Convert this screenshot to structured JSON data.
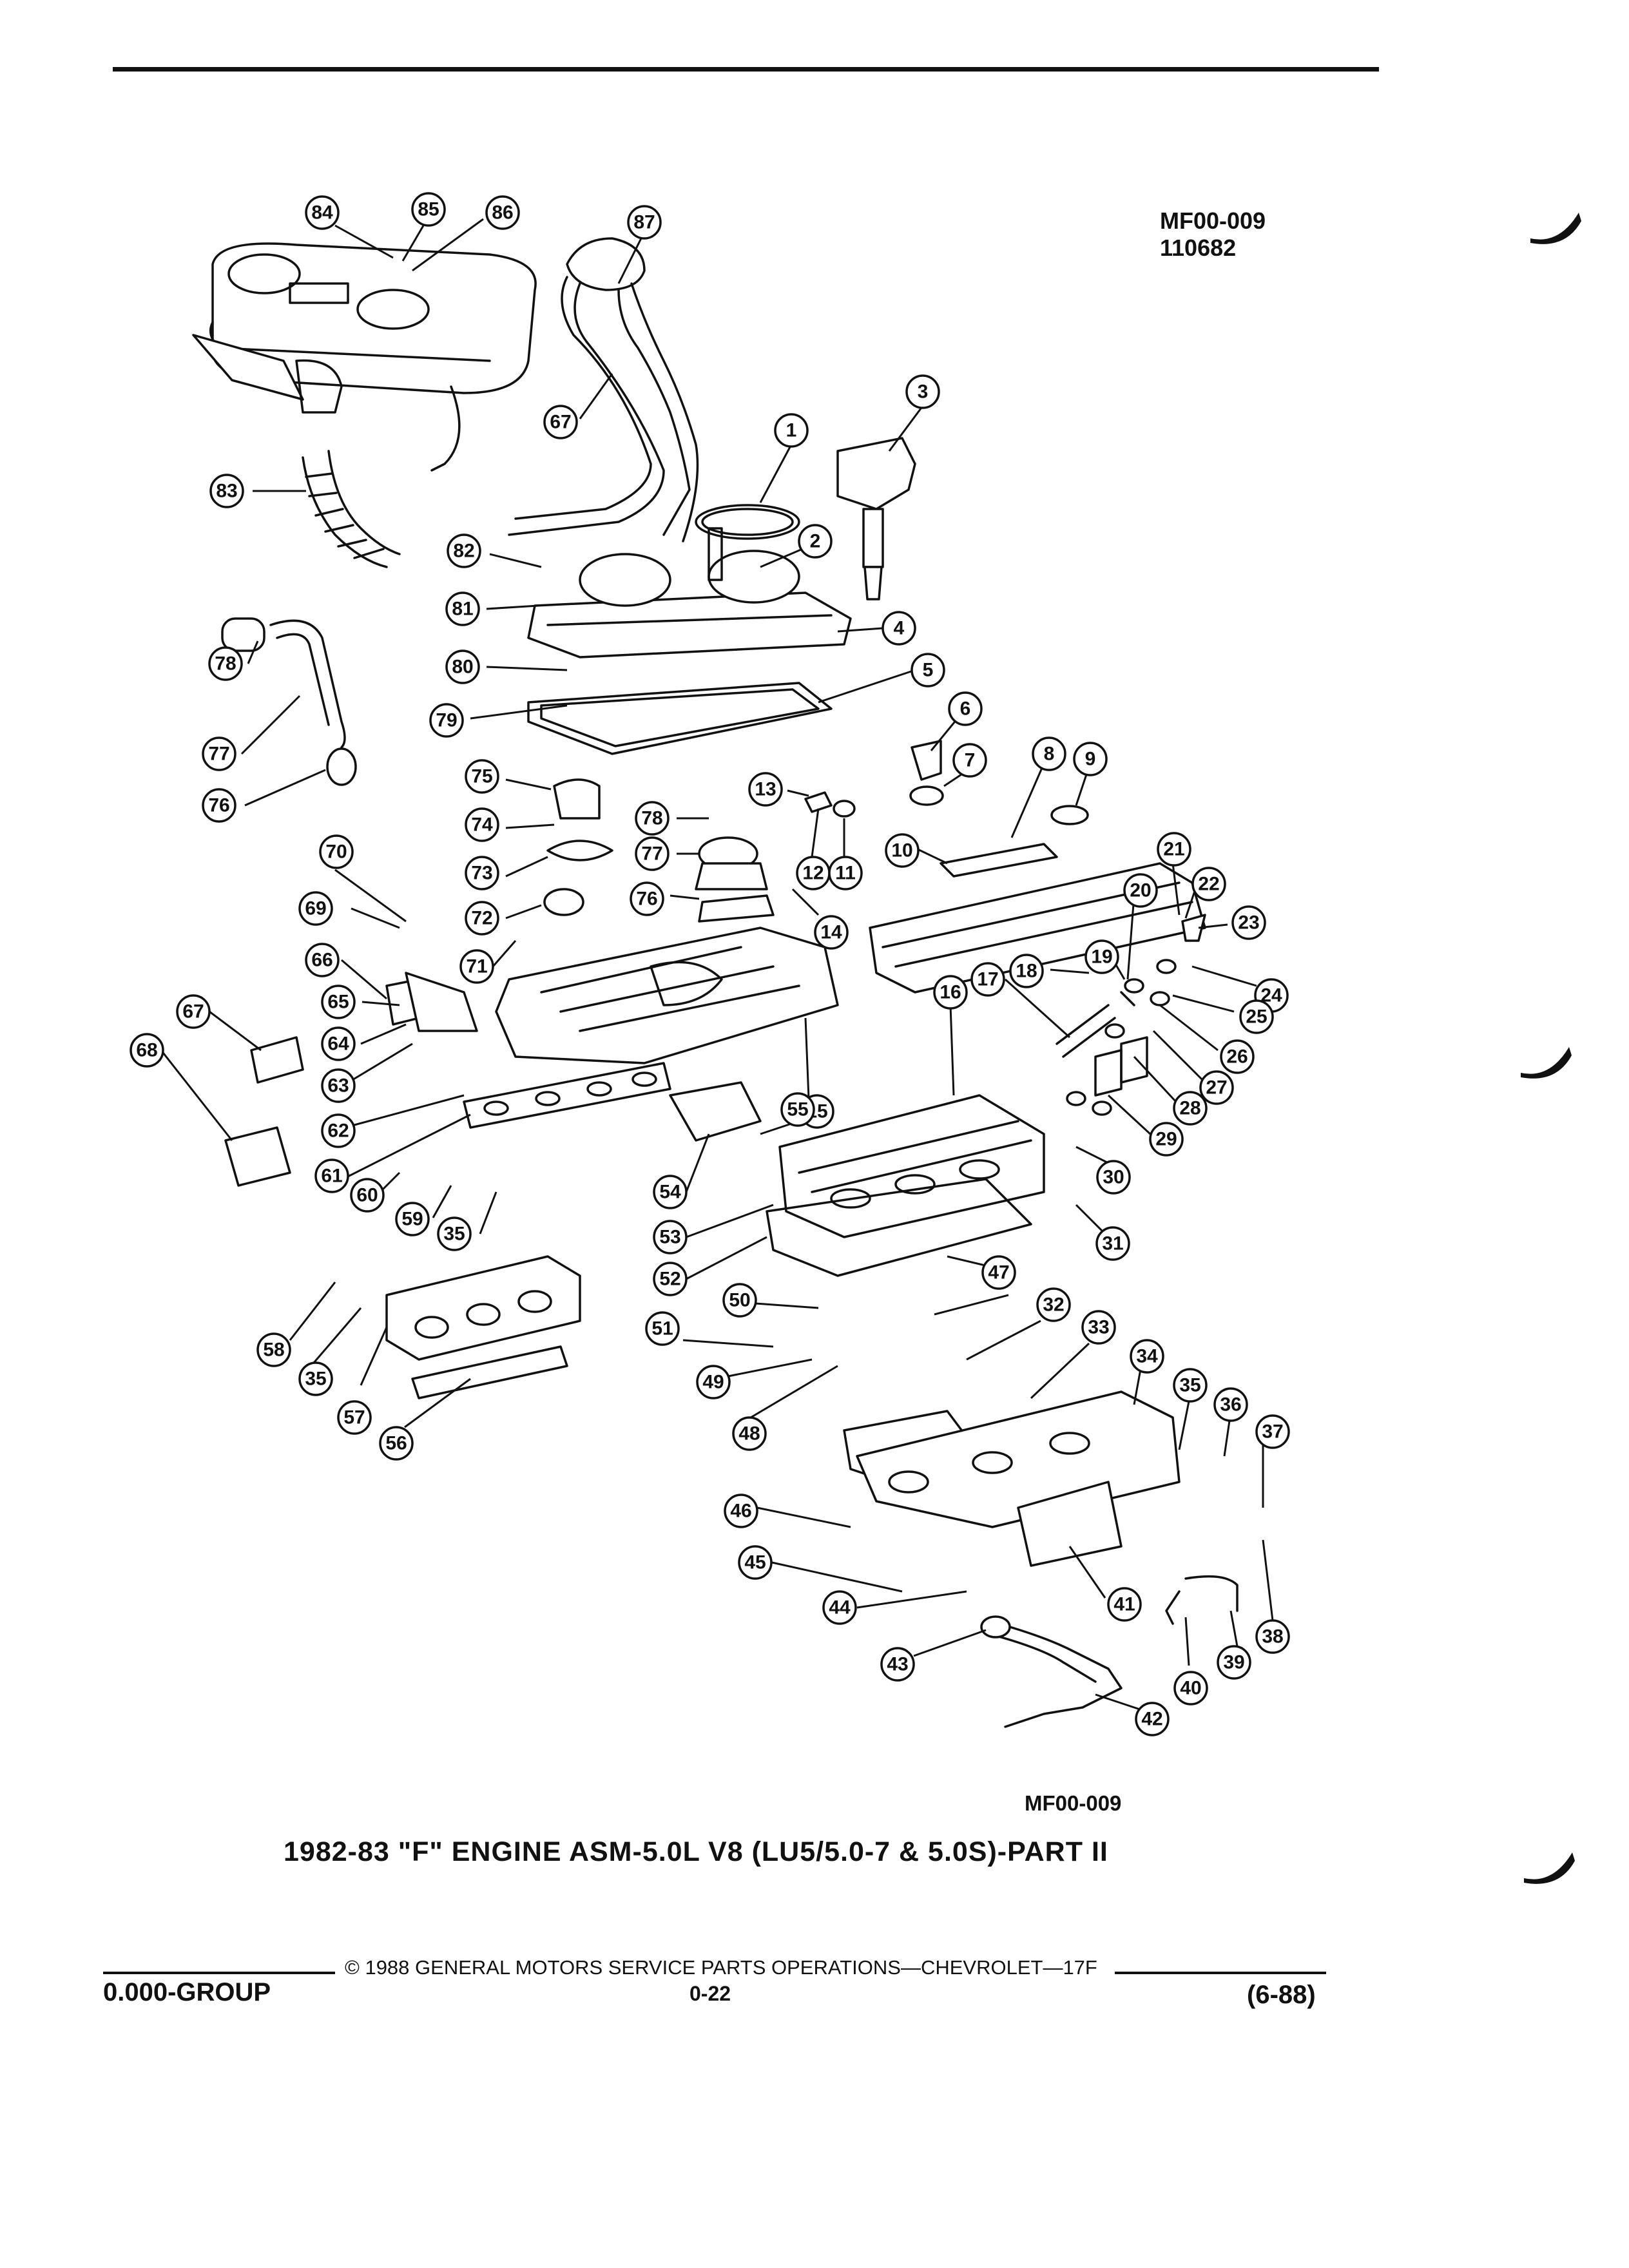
{
  "header": {
    "code": "MF00-009",
    "date_code": "110682"
  },
  "figure": {
    "code": "MF00-009",
    "caption": "1982-83 \"F\" ENGINE ASM-5.0L V8 (LU5/5.0-7 & 5.0S)-PART II",
    "callouts": [
      {
        "n": "84"
      },
      {
        "n": "85"
      },
      {
        "n": "86"
      },
      {
        "n": "87"
      },
      {
        "n": "67"
      },
      {
        "n": "83"
      },
      {
        "n": "1"
      },
      {
        "n": "3"
      },
      {
        "n": "2"
      },
      {
        "n": "82"
      },
      {
        "n": "81"
      },
      {
        "n": "4"
      },
      {
        "n": "80"
      },
      {
        "n": "79"
      },
      {
        "n": "5"
      },
      {
        "n": "78"
      },
      {
        "n": "77"
      },
      {
        "n": "76"
      },
      {
        "n": "6"
      },
      {
        "n": "7"
      },
      {
        "n": "8"
      },
      {
        "n": "9"
      },
      {
        "n": "75"
      },
      {
        "n": "74"
      },
      {
        "n": "73"
      },
      {
        "n": "72"
      },
      {
        "n": "71"
      },
      {
        "n": "78"
      },
      {
        "n": "77"
      },
      {
        "n": "76"
      },
      {
        "n": "13"
      },
      {
        "n": "12"
      },
      {
        "n": "11"
      },
      {
        "n": "10"
      },
      {
        "n": "14"
      },
      {
        "n": "70"
      },
      {
        "n": "69"
      },
      {
        "n": "66"
      },
      {
        "n": "65"
      },
      {
        "n": "64"
      },
      {
        "n": "63"
      },
      {
        "n": "62"
      },
      {
        "n": "61"
      },
      {
        "n": "67"
      },
      {
        "n": "68"
      },
      {
        "n": "15"
      },
      {
        "n": "21"
      },
      {
        "n": "22"
      },
      {
        "n": "20"
      },
      {
        "n": "23"
      },
      {
        "n": "19"
      },
      {
        "n": "24"
      },
      {
        "n": "18"
      },
      {
        "n": "17"
      },
      {
        "n": "25"
      },
      {
        "n": "16"
      },
      {
        "n": "26"
      },
      {
        "n": "27"
      },
      {
        "n": "28"
      },
      {
        "n": "29"
      },
      {
        "n": "30"
      },
      {
        "n": "55"
      },
      {
        "n": "54"
      },
      {
        "n": "53"
      },
      {
        "n": "52"
      },
      {
        "n": "60"
      },
      {
        "n": "59"
      },
      {
        "n": "35"
      },
      {
        "n": "31"
      },
      {
        "n": "47"
      },
      {
        "n": "58"
      },
      {
        "n": "35"
      },
      {
        "n": "57"
      },
      {
        "n": "56"
      },
      {
        "n": "50"
      },
      {
        "n": "51"
      },
      {
        "n": "49"
      },
      {
        "n": "48"
      },
      {
        "n": "32"
      },
      {
        "n": "33"
      },
      {
        "n": "34"
      },
      {
        "n": "35"
      },
      {
        "n": "36"
      },
      {
        "n": "37"
      },
      {
        "n": "46"
      },
      {
        "n": "45"
      },
      {
        "n": "44"
      },
      {
        "n": "41"
      },
      {
        "n": "43"
      },
      {
        "n": "40"
      },
      {
        "n": "39"
      },
      {
        "n": "38"
      },
      {
        "n": "42"
      }
    ]
  },
  "footer": {
    "copyright": "© 1988 GENERAL MOTORS SERVICE PARTS OPERATIONS—CHEVROLET—17F",
    "group": "0.000-GROUP",
    "page": "0-22",
    "revision": "(6-88)"
  }
}
